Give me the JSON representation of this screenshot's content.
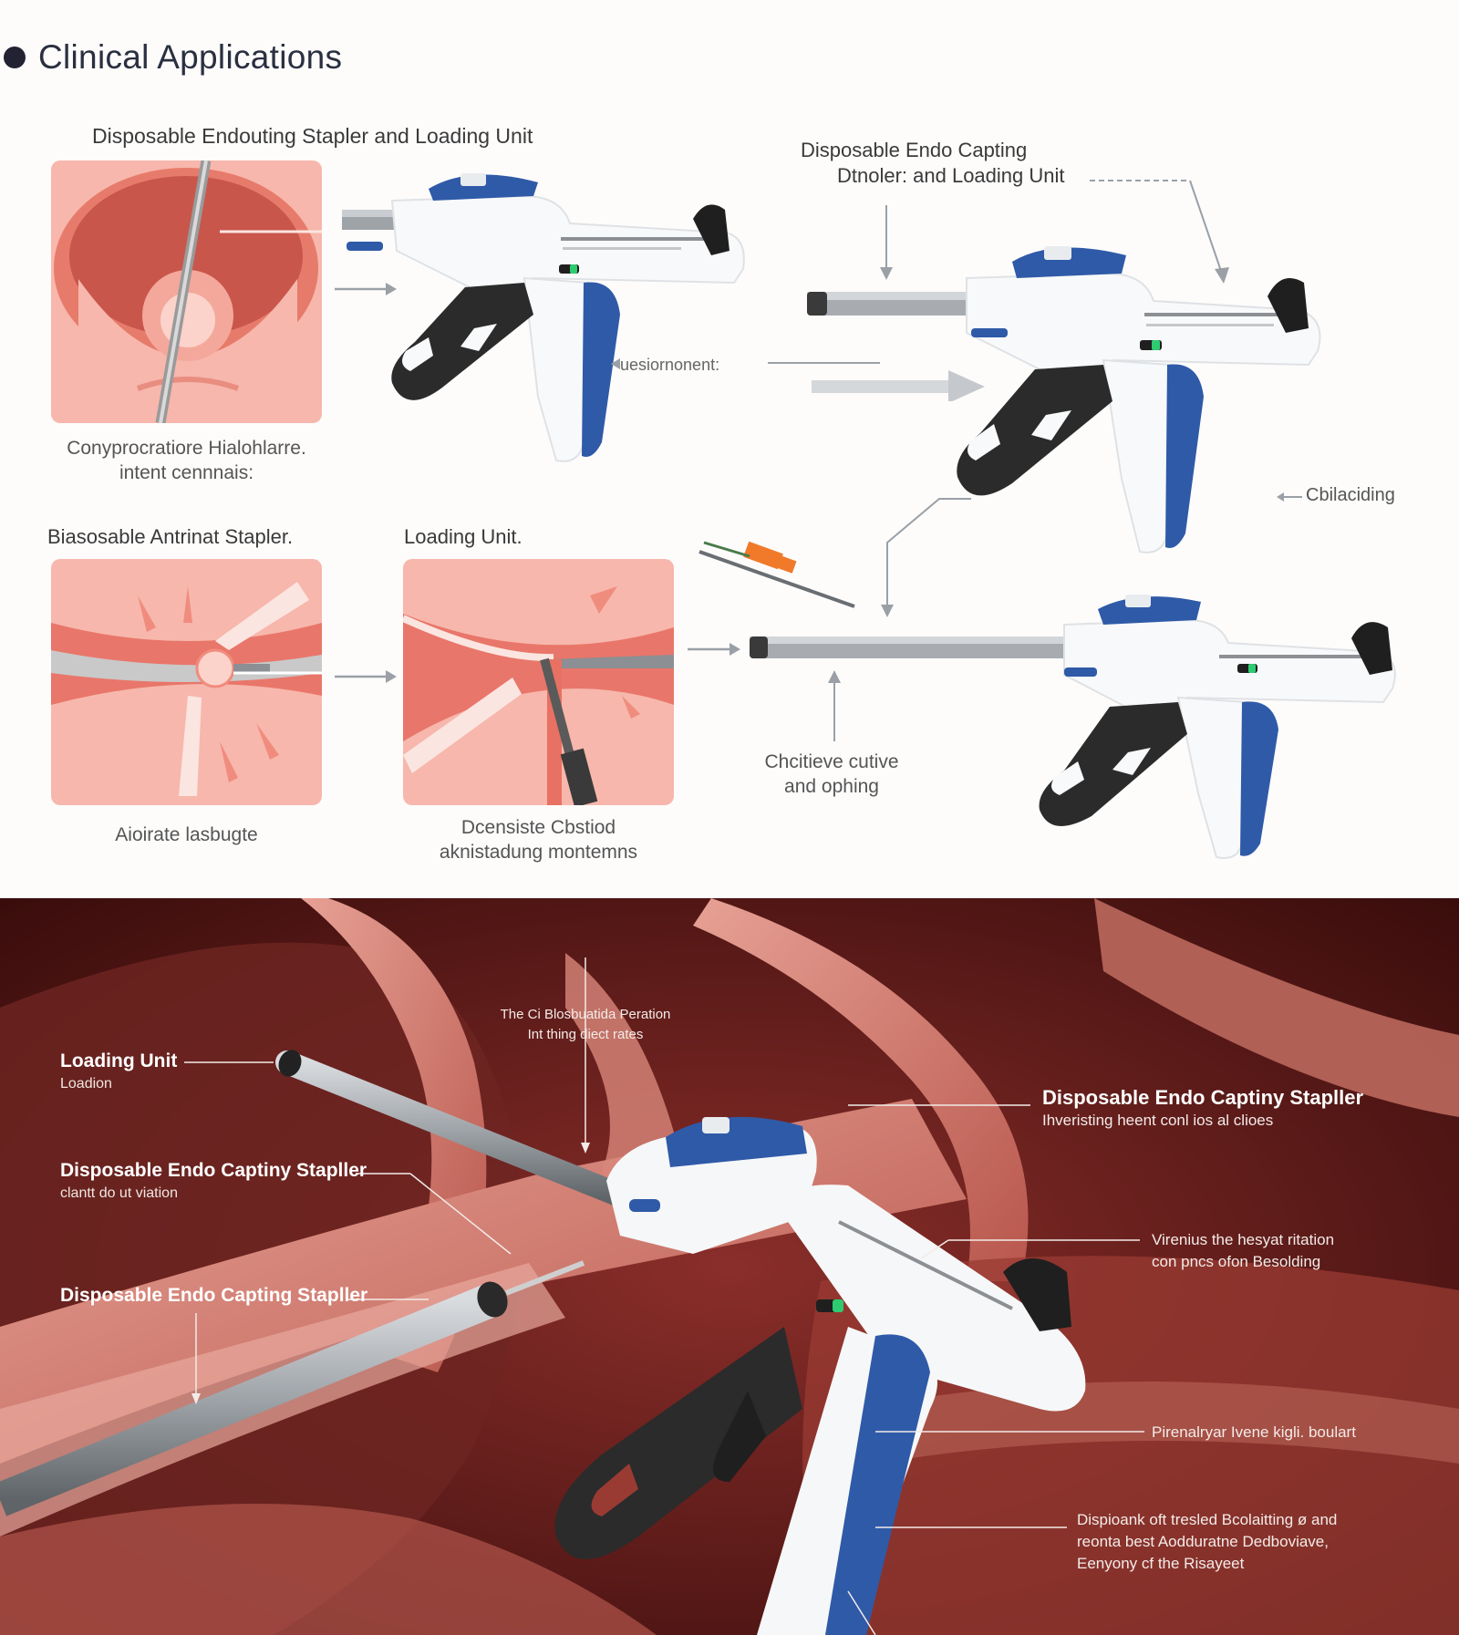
{
  "header": {
    "title": "Clinical Applications"
  },
  "top": {
    "label_1": "Disposable Endouting Stapler and Loading Unit",
    "label_2_line1": "Disposable Endo Capting",
    "label_2_line2": "Dtnoler: and Loading Unit",
    "caption_1_line1": "Conyprocratiore Hialohlarre.",
    "caption_1_line2": "intent cennnais:",
    "mid_arrow_label": "uesiornonent:",
    "right_label": "Cbilaciding",
    "label_3": "Biasosable Antrinat Stapler.",
    "label_4": "Loading Unit.",
    "caption_3": "Aioirate lasbugte",
    "caption_4_line1": "Dcensiste Cbstiod",
    "caption_4_line2": "aknistadung montemns",
    "caption_5_line1": "Chcitieve cutive",
    "caption_5_line2": "and ophing"
  },
  "bottom": {
    "center_top_line1": "The Ci Blosbuatida Peration",
    "center_top_line2": "Int thing diect rates",
    "left_1_heading": "Loading Unit",
    "left_1_sub": "Loadion",
    "left_2_heading": "Disposable Endo Captiny Stapller",
    "left_2_sub": "clantt do ut viation",
    "left_3_heading": "Disposable Endo Capting Stapller",
    "right_1_heading": "Disposable Endo Captiny Stapller",
    "right_1_sub": "Ihveristing heent conl ios al clioes",
    "right_2_line1": "Virenius the hesyat ritation",
    "right_2_line2": "con pncs ofon Besolding",
    "right_3": "Pirenalryar Ivene kigli. boulart",
    "right_4_line1": "Dispioank oft tresled Bcolaitting ø and",
    "right_4_line2": "reonta best Aodduratne Dedboviave,",
    "right_4_line3": "Eenyony cf the Risayeet"
  },
  "colors": {
    "accent_blue": "#2f5aa8",
    "tissue_pink": "#f6b8ad",
    "tissue_red": "#e06a5c",
    "dark": "#2a2a2a"
  }
}
